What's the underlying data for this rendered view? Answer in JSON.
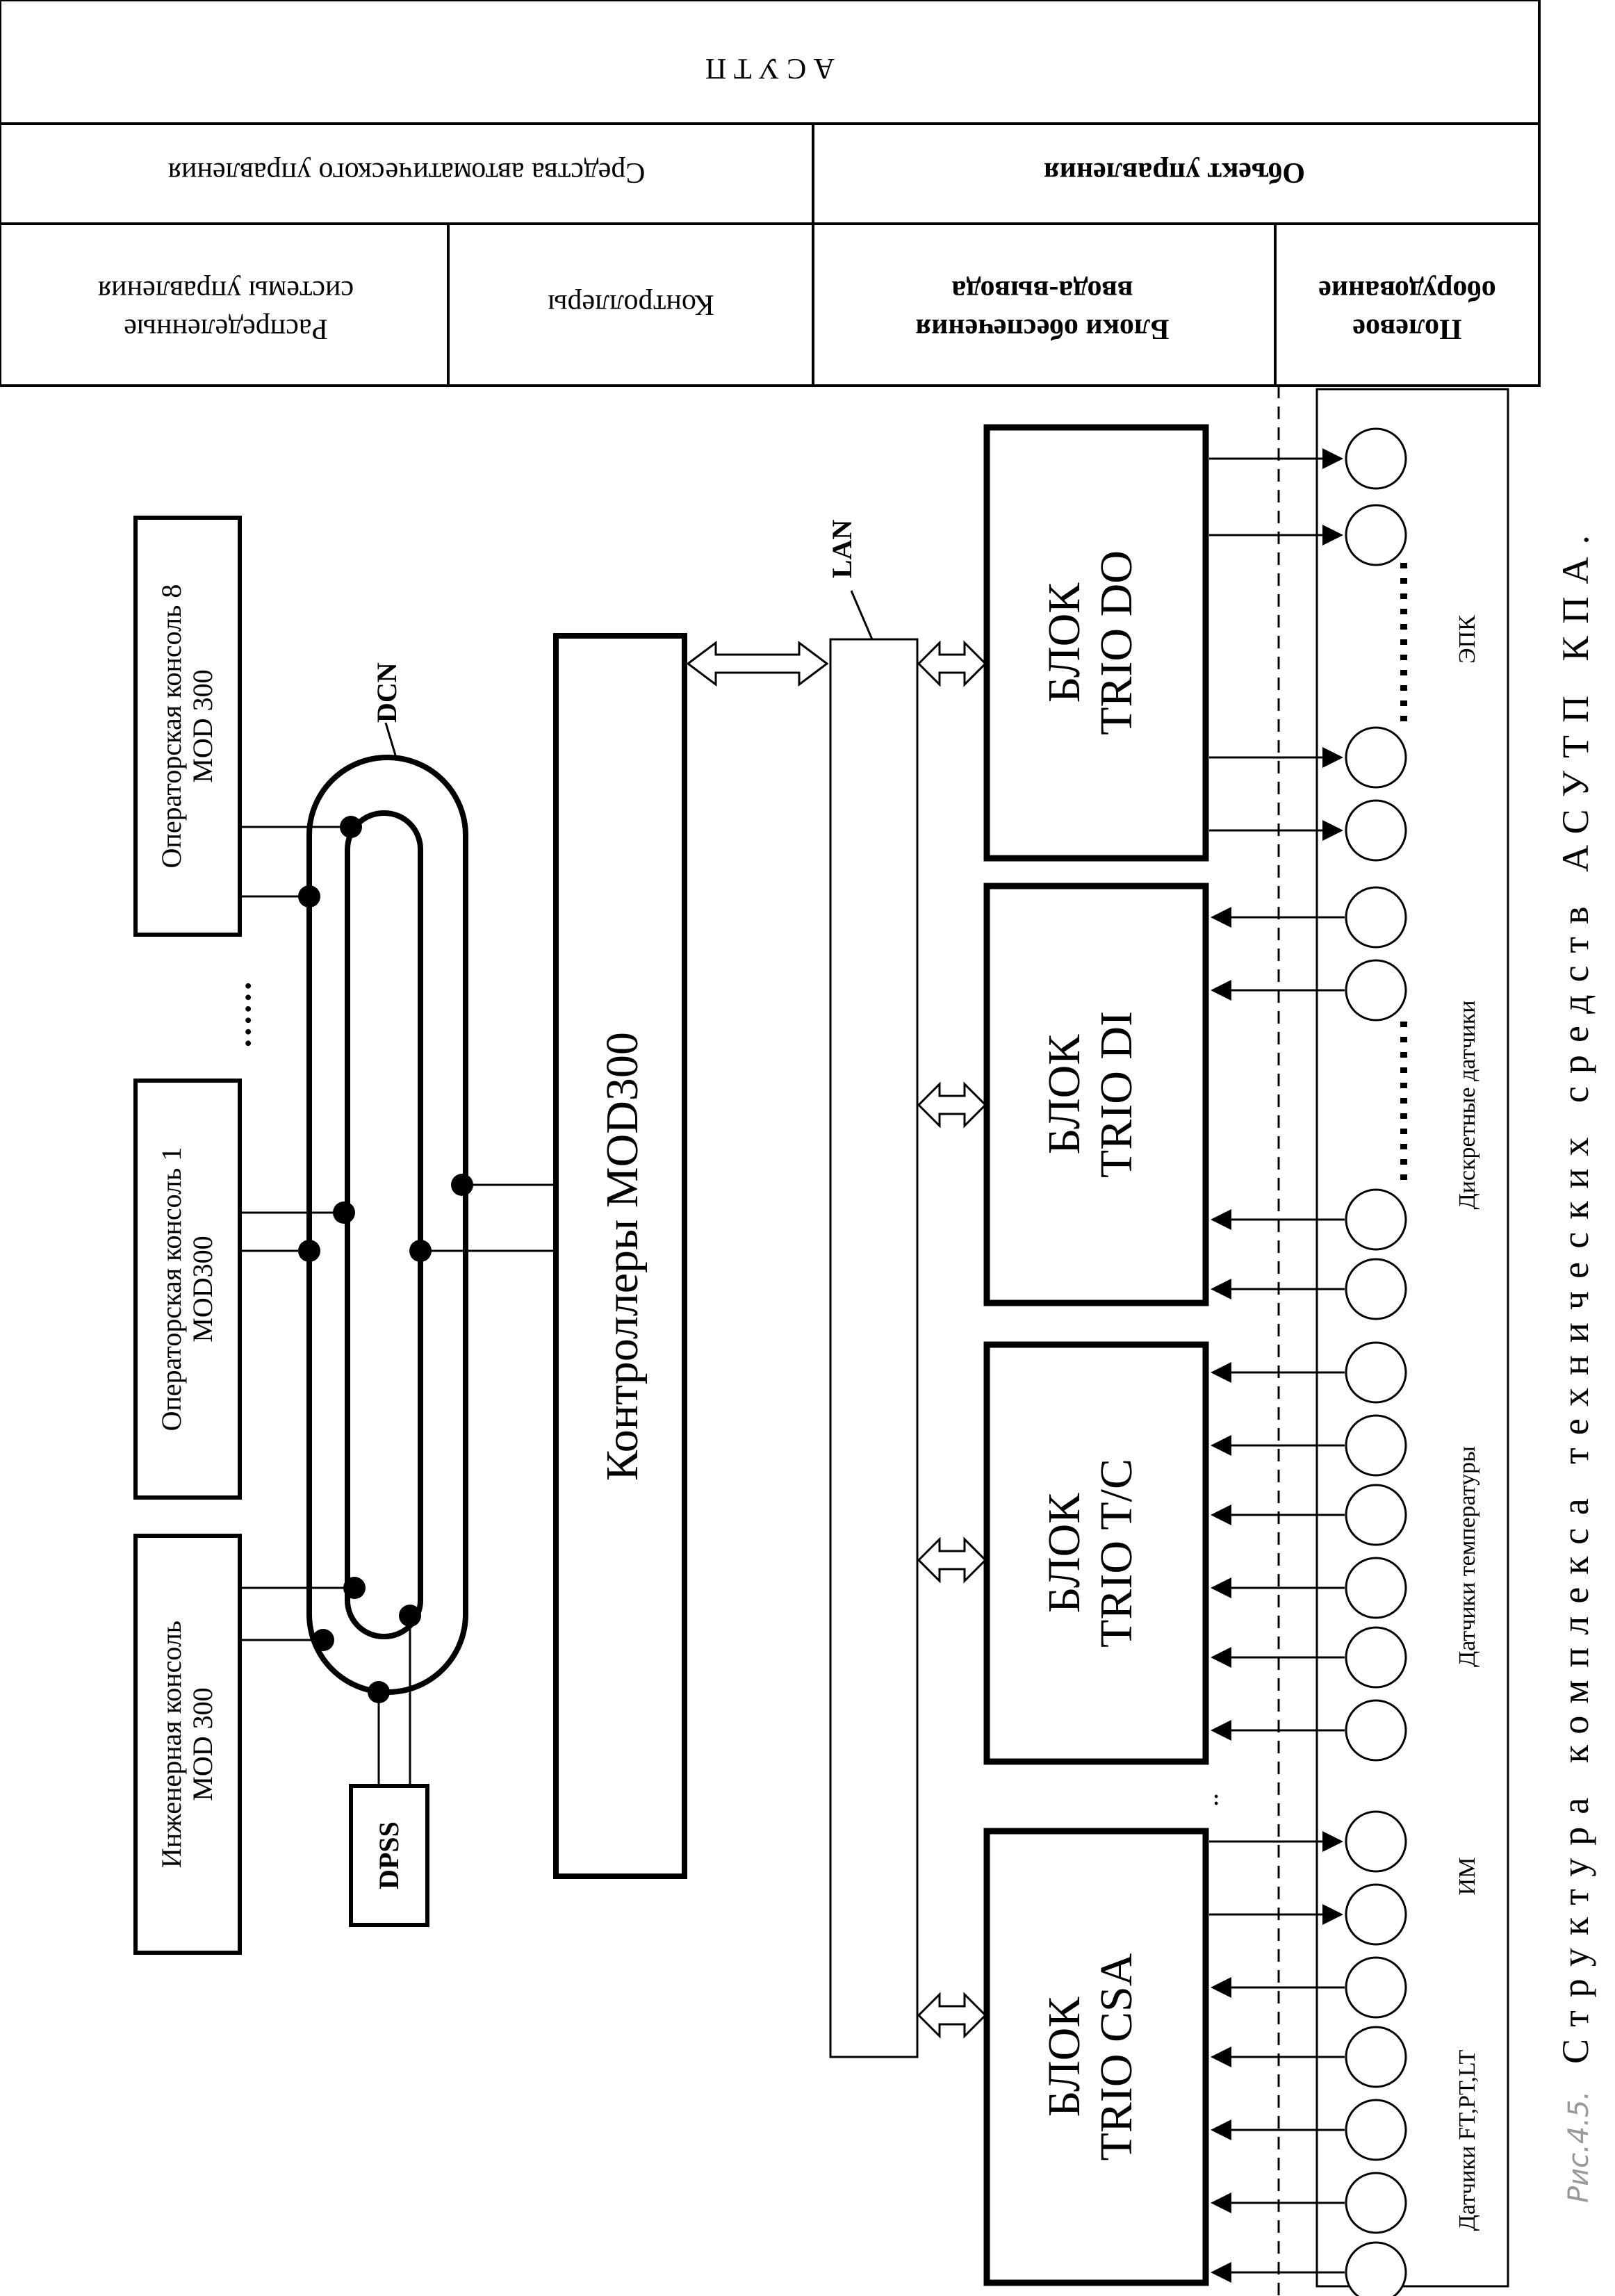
{
  "header": {
    "top": "А С У Т П",
    "group_means": "Средства автоматического управления",
    "group_object": "Объект управления",
    "col_dcs": [
      "Распределенные",
      "системы управления"
    ],
    "col_controllers": "Контроллеры",
    "col_io": [
      "Блоки обеспечения",
      "ввода-вывода"
    ],
    "col_field": [
      "Полевое",
      "оборудование"
    ]
  },
  "consoles": [
    {
      "line1": "Инженерная консоль",
      "line2": "MOD 300"
    },
    {
      "line1": "Операторская консоль 1",
      "line2": "MOD300"
    },
    {
      "line1": "Операторская консоль 8",
      "line2": "MOD 300"
    }
  ],
  "dots": "......",
  "dpss": "DPSS",
  "dcn": "DCN",
  "controllers": "Контроллеры MOD300",
  "lan": "LAN",
  "io_blocks": [
    {
      "line1": "БЛОК",
      "line2": "TRIO CSA"
    },
    {
      "line1": "БЛОК",
      "line2": "TRIO T/C"
    },
    {
      "line1": "БЛОК",
      "line2": "TRIO DI"
    },
    {
      "line1": "БЛОК",
      "line2": "TRIO DO"
    }
  ],
  "field_labels": {
    "ft": "Датчики FT,PT,LT",
    "im": "ИМ",
    "temp": "Датчики температуры",
    "discrete": "Дискретные датчики",
    "epk": "ЭПК"
  },
  "caption_num": "Рис.4.5.",
  "caption": "Структура комплекса технических средств АСУТП КПА."
}
